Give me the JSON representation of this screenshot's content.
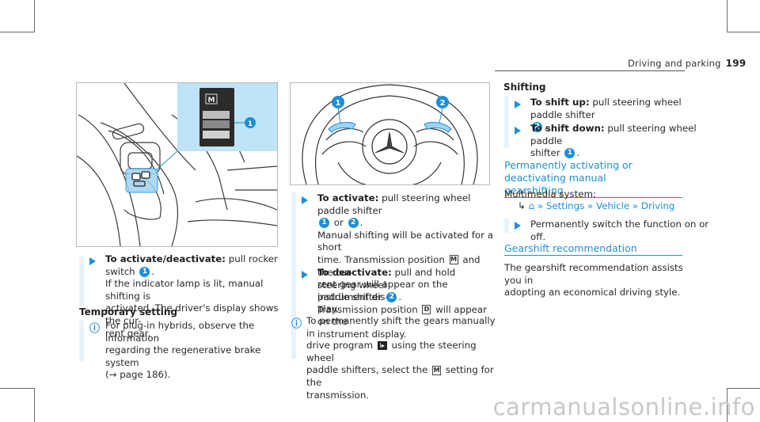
{
  "header": {
    "section": "Driving and parking",
    "page": "199"
  },
  "figures": {
    "left_callout": "1",
    "center_callouts": [
      "1",
      "2"
    ],
    "m_glyph": "M"
  },
  "col1": {
    "step1_title": "To activate/deactivate:",
    "step1_line1": "pull rocker switch",
    "step1_num": "1",
    "step1_line2": "If the indicator lamp is lit, manual shifting is",
    "step1_line3": "activated. The driver's display shows the cur-",
    "step1_line4": "rent gear.",
    "temp_heading": "Temporary setting",
    "note_line1": "For plug-in hybrids, observe the information",
    "note_line2": "regarding the regenerative brake system",
    "note_line3": "(→ page 186)."
  },
  "col2": {
    "act_title": "To activate:",
    "act_line1": "pull steering wheel paddle shifter",
    "act_num1": "1",
    "act_or": "or",
    "act_num2": "2",
    "act_line3": "Manual shifting will be activated for a short",
    "act_line4a": "time. Transmission position",
    "act_sym": "M",
    "act_line4b": "and the cur-",
    "act_line5": "rent gear will appear on the instrument dis-",
    "act_line6": "play.",
    "deact_title": "To deactivate:",
    "deact_line1": "pull and hold steering wheel",
    "deact_line2": "paddle shifter",
    "deact_num": "2",
    "deact_line3a": "Transmission position",
    "deact_sym": "D",
    "deact_line3b": "will appear on the",
    "deact_line4": "instrument display.",
    "note_line1": "To permanently shift the gears manually in",
    "note_line2a": "drive program",
    "note_sym": "I▸",
    "note_line2b": "using the steering wheel",
    "note_line3a": "paddle shifters, select the",
    "note_sym2": "M",
    "note_line3b": "setting for the",
    "note_line4": "transmission."
  },
  "col3": {
    "shifting_heading": "Shifting",
    "up_title": "To shift up:",
    "up_line1": "pull steering wheel paddle shifter",
    "up_num": "2",
    "down_title": "To shift down:",
    "down_line1": "pull steering wheel paddle",
    "down_line2": "shifter",
    "down_num": "1",
    "perm_heading_1": "Permanently activating or deactivating manual",
    "perm_heading_2": "gearshifting",
    "multimedia": "Multimedia system:",
    "menu_settings": "Settings",
    "menu_vehicle": "Vehicle",
    "menu_driving": "Driving",
    "perm_step": "Permanently switch the function on or off.",
    "rec_heading": "Gearshift recommendation",
    "rec_line1": "The gearshift recommendation assists you in",
    "rec_line2": "adopting an economical driving style."
  },
  "watermark": "carmanualsonline.info"
}
